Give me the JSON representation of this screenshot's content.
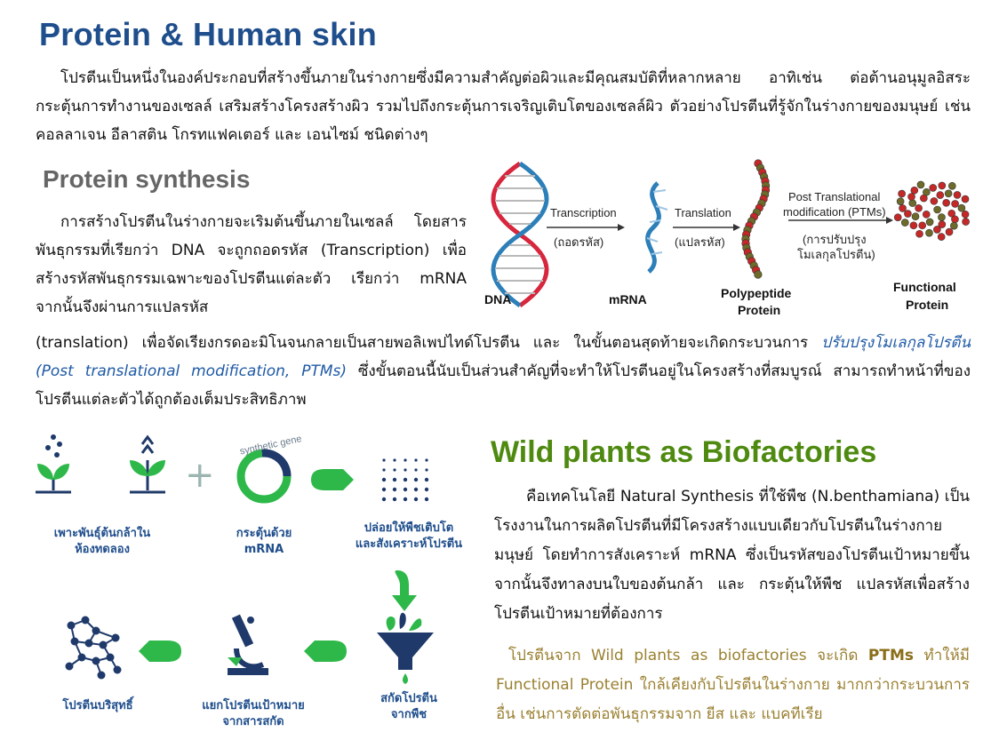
{
  "title": "Protein & Human skin",
  "intro": "โปรตีนเป็นหนึ่งในองค์ประกอบที่สร้างขึ้นภายในร่างกายซึ่งมีความสำคัญต่อผิวและมีคุณสมบัติที่หลากหลาย อาทิเช่น ต่อต้านอนุมูลอิสระ กระตุ้นการทำงานของเซลล์ เสริมสร้างโครงสร้างผิว รวมไปถึงกระตุ้นการเจริญเติบโตของเซลล์ผิว ตัวอย่างโปรตีนที่รู้จักในร่างกายของมนุษย์ เช่น คอลลาเจน อีลาสติน โกรทแฟคเตอร์ และ เอนไซม์ ชนิดต่างๆ",
  "synthesis": {
    "heading": "Protein synthesis",
    "para_a": "การสร้างโปรตีนในร่างกายจะเริมต้นขึ้นภายในเซลล์ โดยสารพันธุกรรมที่เรียกว่า DNA จะถูกถอดรหัส (Transcription) เพื่อสร้างรหัสพันธุกรรมเฉพาะของโปรตีนแต่ละตัว เรียกว่า mRNA จากนั้นจึงผ่านการแปลรหัส",
    "para_b_start": "(translation) เพื่อจัดเรียงกรดอะมิโนจนกลายเป็นสายพอลิเพปไทด์โปรตีน และ ในขั้นตอนสุดท้ายจะเกิดกระบวนการ ",
    "para_b_highlight": "ปรับปรุงโมเลกุลโปรตีน (Post translational modification, PTMs)",
    "para_b_end": " ซึ่งขั้นตอนนี้นับเป็นส่วนสำคัญที่จะทำให้โปรตีนอยู่ในโครงสร้างที่สมบูรณ์ สามารถทำหน้าที่ของโปรตีนแต่ละตัวได้ถูกต้องเต็มประสิทธิภาพ"
  },
  "diagram": {
    "dna": "DNA",
    "mrna": "mRNA",
    "transcription": "Transcription",
    "transcription_th": "(ถอดรหัส)",
    "translation": "Translation",
    "translation_th": "(แปลรหัส)",
    "poly_1": "Polypeptide",
    "poly_2": "Protein",
    "ptm_1": "Post Translational",
    "ptm_2": "modification (PTMs)",
    "ptm_th_1": "(การปรับปรุง",
    "ptm_th_2": "โมเลกุลโปรตีน)",
    "func_1": "Functional",
    "func_2": "Protein",
    "colors": {
      "dna_red": "#d7263d",
      "dna_blue": "#2c7fb8",
      "bead_red": "#c62828",
      "bead_olive": "#6d6a2a"
    }
  },
  "biofactory": {
    "synthetic_gene": "synthetic gene",
    "step1_1": "เพาะพันธุ์ต้นกล้าใน",
    "step1_2": "ห้องทดลอง",
    "step2_1": "กระตุ้นด้วย",
    "step2_2": "mRNA",
    "step3_1": "ปล่อยให้พืชเติบโต",
    "step3_2": "และสังเคราะห์โปรตีน",
    "step4_1": "สกัดโปรตีน",
    "step4_2": "จากพืช",
    "step5_1": "แยกโปรตีนเป้าหมาย",
    "step5_2": "จากสารสกัด",
    "step6": "โปรตีนบริสุทธิ์",
    "colors": {
      "green": "#2eb84a",
      "navy": "#1f3a6a"
    }
  },
  "wild": {
    "heading": "Wild plants as Biofactories",
    "para": "คือเทคโนโลยี Natural Synthesis ที่ใช้พืช (N.benthamiana) เป็นโรงงานในการผลิตโปรตีนที่มีโครงสร้างแบบเดียวกับโปรตีนในร่างกายมนุษย์ โดยทำการสังเคราะห์ mRNA ซึ่งเป็นรหัสของโปรตีนเป้าหมายขึ้น จากนั้นจึงทาลงบนใบของต้นกล้า และ กระตุ้นให้พืช แปลรหัสเพื่อสร้างโปรตีนเป้าหมายที่ต้องการ",
    "note_start": "โปรตีนจาก Wild plants as biofactories จะเกิด ",
    "note_bold": "PTMs",
    "note_end": " ทำให้มี Functional Protein ใกล้เคียงกับโปรตีนในร่างกาย มากกว่ากระบวนการอื่น เช่นการตัดต่อพันธุกรรมจาก ยีส และ แบคทีเรีย"
  }
}
